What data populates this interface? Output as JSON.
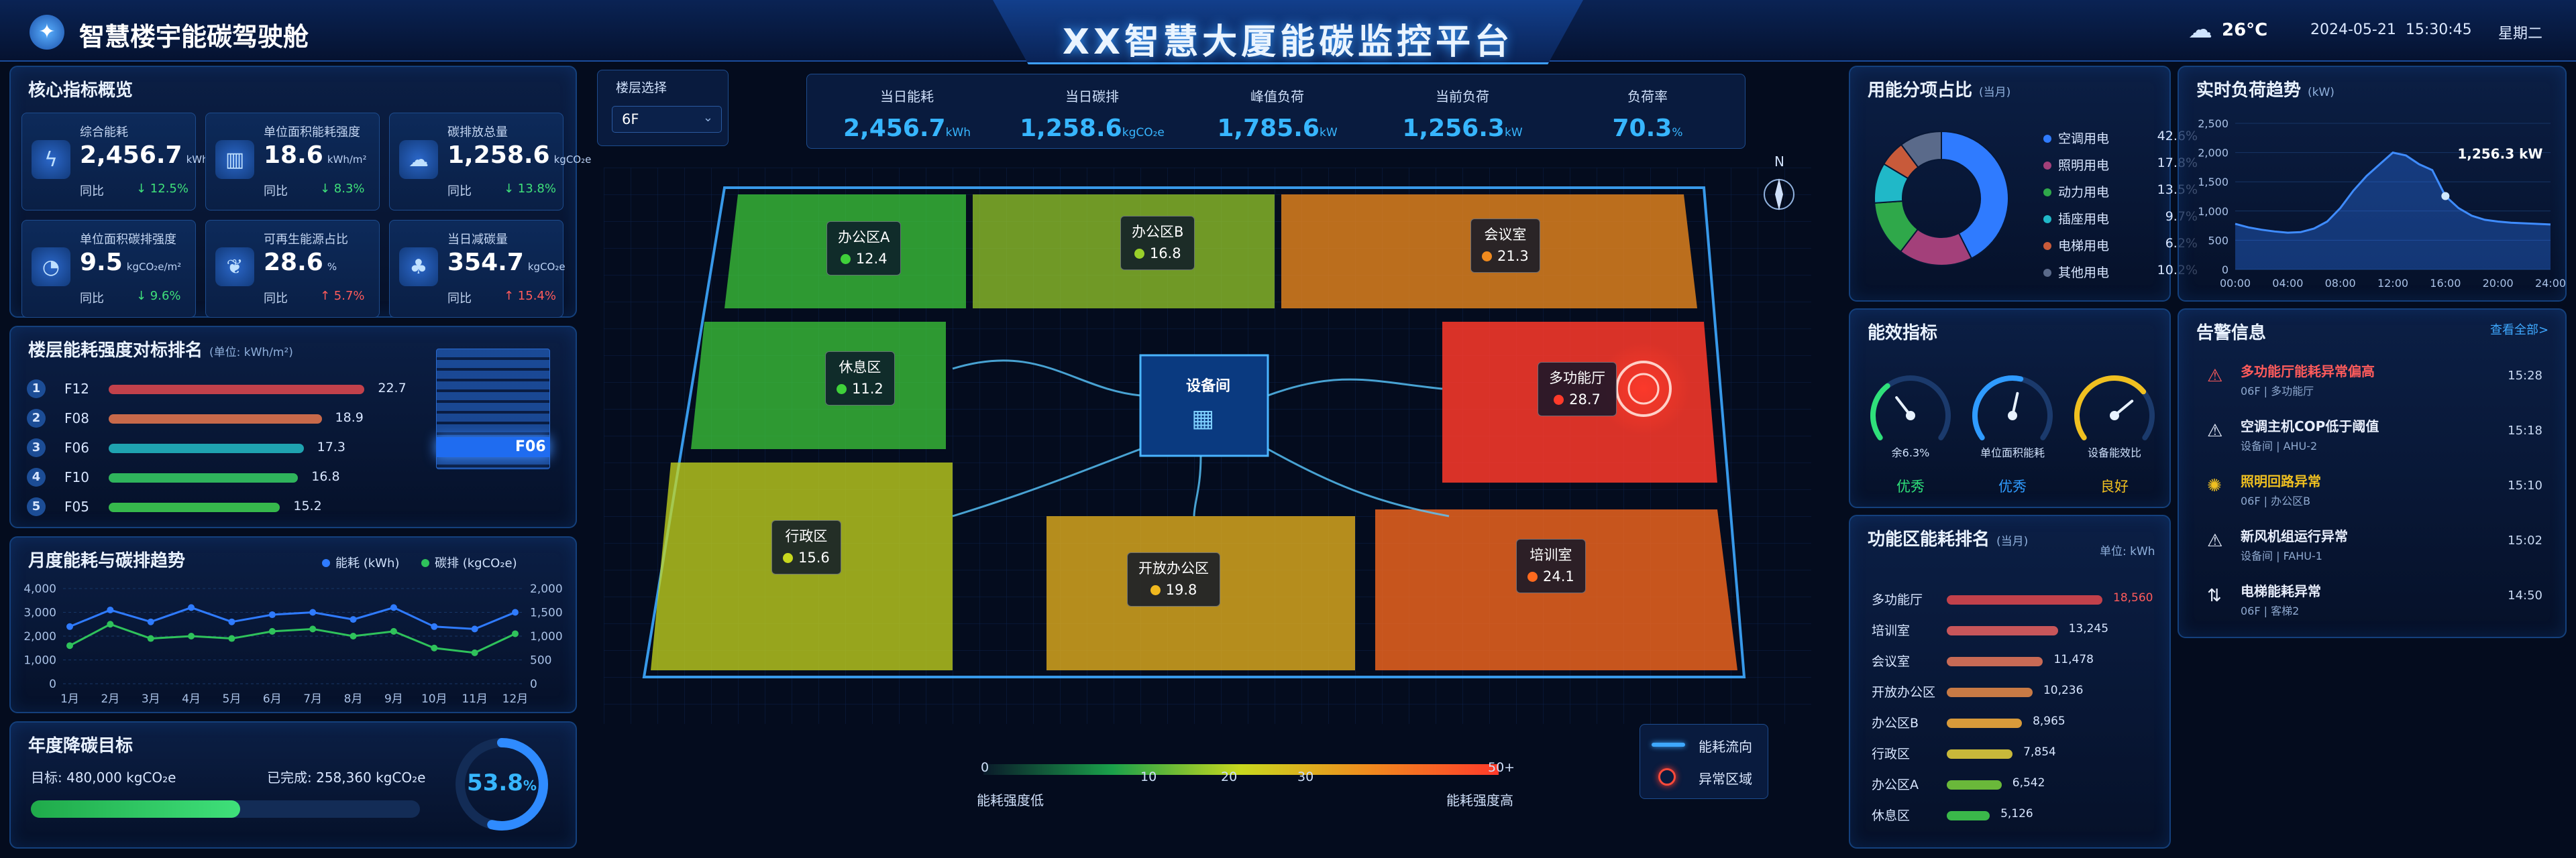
{
  "header": {
    "brand": "智慧楼宇能碳驾驶舱",
    "title": "XX智慧大厦能碳监控平台",
    "temperature": "26°C",
    "datetime": "2024-05-21  15:30:45",
    "weekday": "星期二"
  },
  "core": {
    "title": "核心指标概览",
    "cards": [
      {
        "label": "综合能耗",
        "value": "2,456.7",
        "unit": "kWh",
        "cmp": "同比",
        "change": "↓ 12.5%",
        "dir": "down",
        "icon": "lightning-icon"
      },
      {
        "label": "单位面积能耗强度",
        "value": "18.6",
        "unit": "kWh/m²",
        "cmp": "同比",
        "change": "↓ 8.3%",
        "dir": "down",
        "icon": "building-icon"
      },
      {
        "label": "碳排放总量",
        "value": "1,258.6",
        "unit": "kgCO₂e",
        "cmp": "同比",
        "change": "↓ 13.8%",
        "dir": "down",
        "icon": "co2-cloud-icon"
      },
      {
        "label": "单位面积碳排强度",
        "value": "9.5",
        "unit": "kgCO₂e/m²",
        "cmp": "同比",
        "change": "↓ 9.6%",
        "dir": "down",
        "icon": "co2-gauge-icon"
      },
      {
        "label": "可再生能源占比",
        "value": "28.6",
        "unit": "%",
        "cmp": "同比",
        "change": "↑ 5.7%",
        "dir": "up",
        "icon": "leaf-icon"
      },
      {
        "label": "当日减碳量",
        "value": "354.7",
        "unit": "kgCO₂e",
        "cmp": "同比",
        "change": "↑ 15.4%",
        "dir": "up",
        "icon": "tree-icon"
      }
    ]
  },
  "floor_rank": {
    "title": "楼层能耗强度对标排名",
    "unit": "(单位: kWh/m²)",
    "tower_label": "F06",
    "max": 25,
    "items": [
      {
        "rank": "1",
        "name": "F12",
        "value": 22.7,
        "display": "22.7",
        "color": "#c2414b"
      },
      {
        "rank": "2",
        "name": "F08",
        "value": 18.9,
        "display": "18.9",
        "color": "#c8694a"
      },
      {
        "rank": "3",
        "name": "F06",
        "value": 17.3,
        "display": "17.3",
        "color": "#1fa3b0"
      },
      {
        "rank": "4",
        "name": "F10",
        "value": 16.8,
        "display": "16.8",
        "color": "#2fb45c"
      },
      {
        "rank": "5",
        "name": "F05",
        "value": 15.2,
        "display": "15.2",
        "color": "#36b84c"
      }
    ]
  },
  "trend": {
    "title": "月度能耗与碳排趋势",
    "legend_energy": "能耗 (kWh)",
    "legend_carbon": "碳排 (kgCO₂e)",
    "color_energy": "#2f7bff",
    "color_carbon": "#2fc25b",
    "months": [
      "1月",
      "2月",
      "3月",
      "4月",
      "5月",
      "6月",
      "7月",
      "8月",
      "9月",
      "10月",
      "11月",
      "12月"
    ],
    "left_ticks": [
      "4,000",
      "3,000",
      "2,000",
      "1,000",
      "0"
    ],
    "right_ticks": [
      "2,000",
      "1,500",
      "1,000",
      "500",
      "0"
    ],
    "energy": [
      2400,
      3100,
      2600,
      3200,
      2600,
      2900,
      3000,
      2700,
      3200,
      2400,
      2300,
      3000
    ],
    "carbon": [
      800,
      1250,
      950,
      1000,
      950,
      1100,
      1150,
      1000,
      1100,
      750,
      650,
      1050
    ]
  },
  "target": {
    "title": "年度降碳目标",
    "goal_label": "目标: 480,000 kgCO₂e",
    "done_label": "已完成: 258,360 kgCO₂e",
    "progress": 0.538,
    "percent": "53.8",
    "percent_unit": "%"
  },
  "floor_select": {
    "label": "楼层选择",
    "value": "6F"
  },
  "kpis": [
    {
      "label": "当日能耗",
      "value": "2,456.7",
      "unit": "kWh"
    },
    {
      "label": "当日碳排",
      "value": "1,258.6",
      "unit": "kgCO₂e"
    },
    {
      "label": "峰值负荷",
      "value": "1,785.6",
      "unit": "kW"
    },
    {
      "label": "当前负荷",
      "value": "1,256.3",
      "unit": "kW"
    },
    {
      "label": "负荷率",
      "value": "70.3",
      "unit": "%"
    }
  ],
  "map": {
    "north": "N",
    "equipment_room": "设备间",
    "zones": [
      {
        "name": "办公区A",
        "value": "12.4",
        "color": "#3fd03a"
      },
      {
        "name": "办公区B",
        "value": "16.8",
        "color": "#9ad02a"
      },
      {
        "name": "会议室",
        "value": "21.3",
        "color": "#f08a1e"
      },
      {
        "name": "休息区",
        "value": "11.2",
        "color": "#3fd03a"
      },
      {
        "name": "多功能厅",
        "value": "28.7",
        "color": "#ff3a2a"
      },
      {
        "name": "行政区",
        "value": "15.6",
        "color": "#c8d81e"
      },
      {
        "name": "开放办公区",
        "value": "19.8",
        "color": "#f0b81e"
      },
      {
        "name": "培训室",
        "value": "24.1",
        "color": "#ff6a1e"
      }
    ],
    "scale_ticks": [
      "0",
      "10",
      "20",
      "30",
      "50+"
    ],
    "scale_low": "能耗强度低",
    "scale_high": "能耗强度高",
    "legend_flow": "能耗流向",
    "legend_anomaly": "异常区域"
  },
  "usage": {
    "title": "用能分项占比",
    "sub": "(当月)",
    "items": [
      {
        "name": "空调用电",
        "pct": "42.6%",
        "value": 42.6,
        "color": "#2f7bff"
      },
      {
        "name": "照明用电",
        "pct": "17.8%",
        "value": 17.8,
        "color": "#a3407a"
      },
      {
        "name": "动力用电",
        "pct": "13.5%",
        "value": 13.5,
        "color": "#2fa84a"
      },
      {
        "name": "插座用电",
        "pct": "9.7%",
        "value": 9.7,
        "color": "#20b8c8"
      },
      {
        "name": "电梯用电",
        "pct": "6.2%",
        "value": 6.2,
        "color": "#c85a3a"
      },
      {
        "name": "其他用电",
        "pct": "10.2%",
        "value": 10.2,
        "color": "#5a6a8a"
      }
    ]
  },
  "load": {
    "title": "实时负荷趋势",
    "unit": "(kW)",
    "y_ticks": [
      "2,500",
      "2,000",
      "1,500",
      "1,000",
      "500",
      "0"
    ],
    "x_ticks": [
      "00:00",
      "04:00",
      "08:00",
      "12:00",
      "16:00",
      "20:00",
      "24:00"
    ],
    "current_label": "1,256.3 kW",
    "series": [
      780,
      720,
      680,
      650,
      630,
      640,
      700,
      820,
      1050,
      1350,
      1600,
      1800,
      2000,
      1950,
      1800,
      1700,
      1256,
      1050,
      920,
      850,
      820,
      800,
      790,
      780,
      770
    ]
  },
  "efficiency": {
    "title": "能效指标",
    "gauges": [
      {
        "label": "余6.3%",
        "status": "优秀",
        "level": 0.35,
        "color": "#2fe07a"
      },
      {
        "label": "单位面积能耗",
        "status": "优秀",
        "level": 0.55,
        "color": "#2f9bff"
      },
      {
        "label": "设备能效比",
        "status": "良好",
        "level": 0.7,
        "color": "#f0c020"
      }
    ]
  },
  "alerts": {
    "title": "告警信息",
    "more": "查看全部>",
    "items": [
      {
        "title": "多功能厅能耗异常偏高",
        "sub": "06F | 多功能厅",
        "time": "15:28",
        "color": "#ff5b5b",
        "icon": "warning-icon",
        "glyph": "⚠"
      },
      {
        "title": "空调主机COP低于阈值",
        "sub": "设备间 | AHU-2",
        "time": "15:18",
        "color": "#e8eefc",
        "icon": "warning-icon",
        "glyph": "⚠"
      },
      {
        "title": "照明回路异常",
        "sub": "06F | 办公区B",
        "time": "15:10",
        "color": "#f0c020",
        "icon": "bulb-icon",
        "glyph": "✺"
      },
      {
        "title": "新风机组运行异常",
        "sub": "设备间 | FAHU-1",
        "time": "15:02",
        "color": "#e8eefc",
        "icon": "warning-icon",
        "glyph": "⚠"
      },
      {
        "title": "电梯能耗异常",
        "sub": "06F | 客梯2",
        "time": "14:50",
        "color": "#e8eefc",
        "icon": "elevator-icon",
        "glyph": "⇅"
      }
    ]
  },
  "func_rank": {
    "title": "功能区能耗排名",
    "sub": "(当月)",
    "unit": "单位: kWh",
    "max": 20000,
    "items": [
      {
        "name": "多功能厅",
        "value": 18560,
        "display": "18,560",
        "color": "#c2414b"
      },
      {
        "name": "培训室",
        "value": 13245,
        "display": "13,245",
        "color": "#c8565a"
      },
      {
        "name": "会议室",
        "value": 11478,
        "display": "11,478",
        "color": "#c86a55"
      },
      {
        "name": "开放办公区",
        "value": 10236,
        "display": "10,236",
        "color": "#c87a45"
      },
      {
        "name": "办公区B",
        "value": 8965,
        "display": "8,965",
        "color": "#d89a3a"
      },
      {
        "name": "行政区",
        "value": 7854,
        "display": "7,854",
        "color": "#c8b83a"
      },
      {
        "name": "办公区A",
        "value": 6542,
        "display": "6,542",
        "color": "#6ab83a"
      },
      {
        "name": "休息区",
        "value": 5126,
        "display": "5,126",
        "color": "#3ab84a"
      }
    ]
  }
}
